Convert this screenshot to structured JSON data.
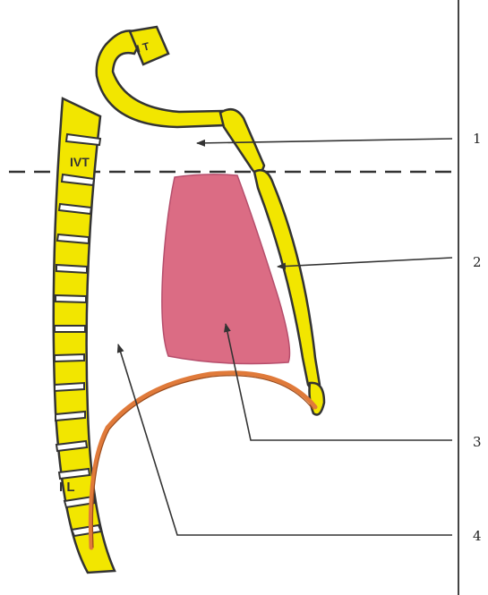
{
  "diagram": {
    "vertebra_labels": {
      "top": "I T",
      "middle": "IVT",
      "bottom": "I L"
    },
    "callouts": [
      {
        "id": 1,
        "text": "1"
      },
      {
        "id": 2,
        "text": "2"
      },
      {
        "id": 3,
        "text": "3"
      },
      {
        "id": 4,
        "text": "4"
      }
    ],
    "colors": {
      "bone": "#f2e600",
      "bone_outline": "#333333",
      "heart": "#d9607a",
      "diaphragm": "#e07a3a",
      "arrow": "#333333"
    }
  }
}
